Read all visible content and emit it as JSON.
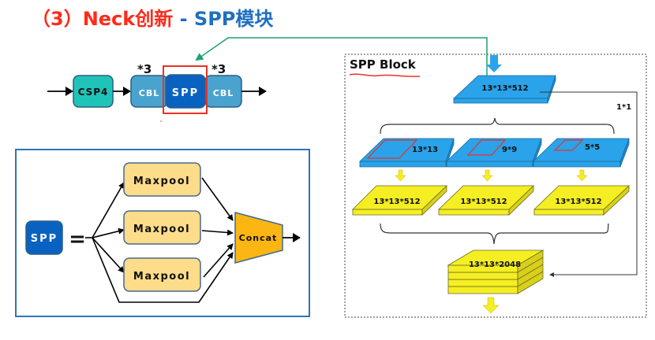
{
  "title": {
    "part1": "（3）Neck创新",
    "part2": " - SPP模块"
  },
  "colors": {
    "title_red": "#ff2a1a",
    "title_blue": "#1f6fc0",
    "csp_teal": "#1fc4b8",
    "cbl_blue": "#4aa3cf",
    "spp_dark_blue": "#0a62c0",
    "highlight_red": "#e8322a",
    "connector_green": "#1aa36a",
    "maxpool_fill": "#fddc8a",
    "concat_fill": "#fbb614",
    "feature_blue": "#2aa3ea",
    "feature_yellow": "#f5ee22",
    "panel_border": "#2e75b6"
  },
  "pipeline": {
    "csp": "CSP4",
    "cbl_left": "CBL",
    "spp": "SPP",
    "cbl_right": "CBL",
    "repeat_left": "*3",
    "repeat_right": "*3"
  },
  "equation": {
    "spp_label": "SPP",
    "equals": "=",
    "maxpool": [
      "Maxpool",
      "Maxpool",
      "Maxpool"
    ],
    "concat": "Concat"
  },
  "spp_block": {
    "title": "SPP Block",
    "input": "13*13*512",
    "shortcut_label": "1*1",
    "pools": [
      "13*13",
      "9*9",
      "5*5"
    ],
    "pooled_outputs": [
      "13*13*512",
      "13*13*512",
      "13*13*512"
    ],
    "output": "13*13*2048"
  }
}
